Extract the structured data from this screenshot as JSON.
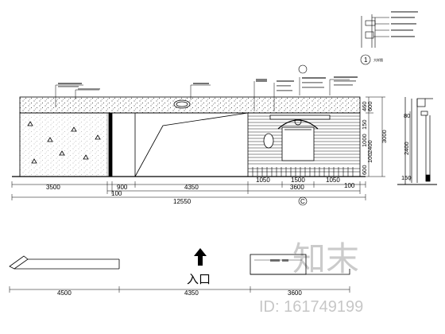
{
  "drawing": {
    "elevation": {
      "dims_bottom": [
        "3500",
        "900",
        "4350",
        "1050",
        "1500",
        "1050",
        "100"
      ],
      "dims_bottom_row2": [
        "100",
        "3600"
      ],
      "dim_total": "12550",
      "dims_right": [
        "460",
        "600",
        "1000",
        "150",
        "2400",
        "600",
        "100",
        "3000"
      ],
      "section_marker": "C"
    },
    "side_section": {
      "dims": [
        "80",
        "150",
        "2400"
      ]
    },
    "detail": {
      "marker": "1",
      "caption": "大样图"
    },
    "plan": {
      "dims": [
        "4500",
        "4350",
        "3600"
      ],
      "entrance_label": "入口"
    },
    "watermark": {
      "brand": "知末",
      "id_text": "ID: 161749199"
    }
  }
}
